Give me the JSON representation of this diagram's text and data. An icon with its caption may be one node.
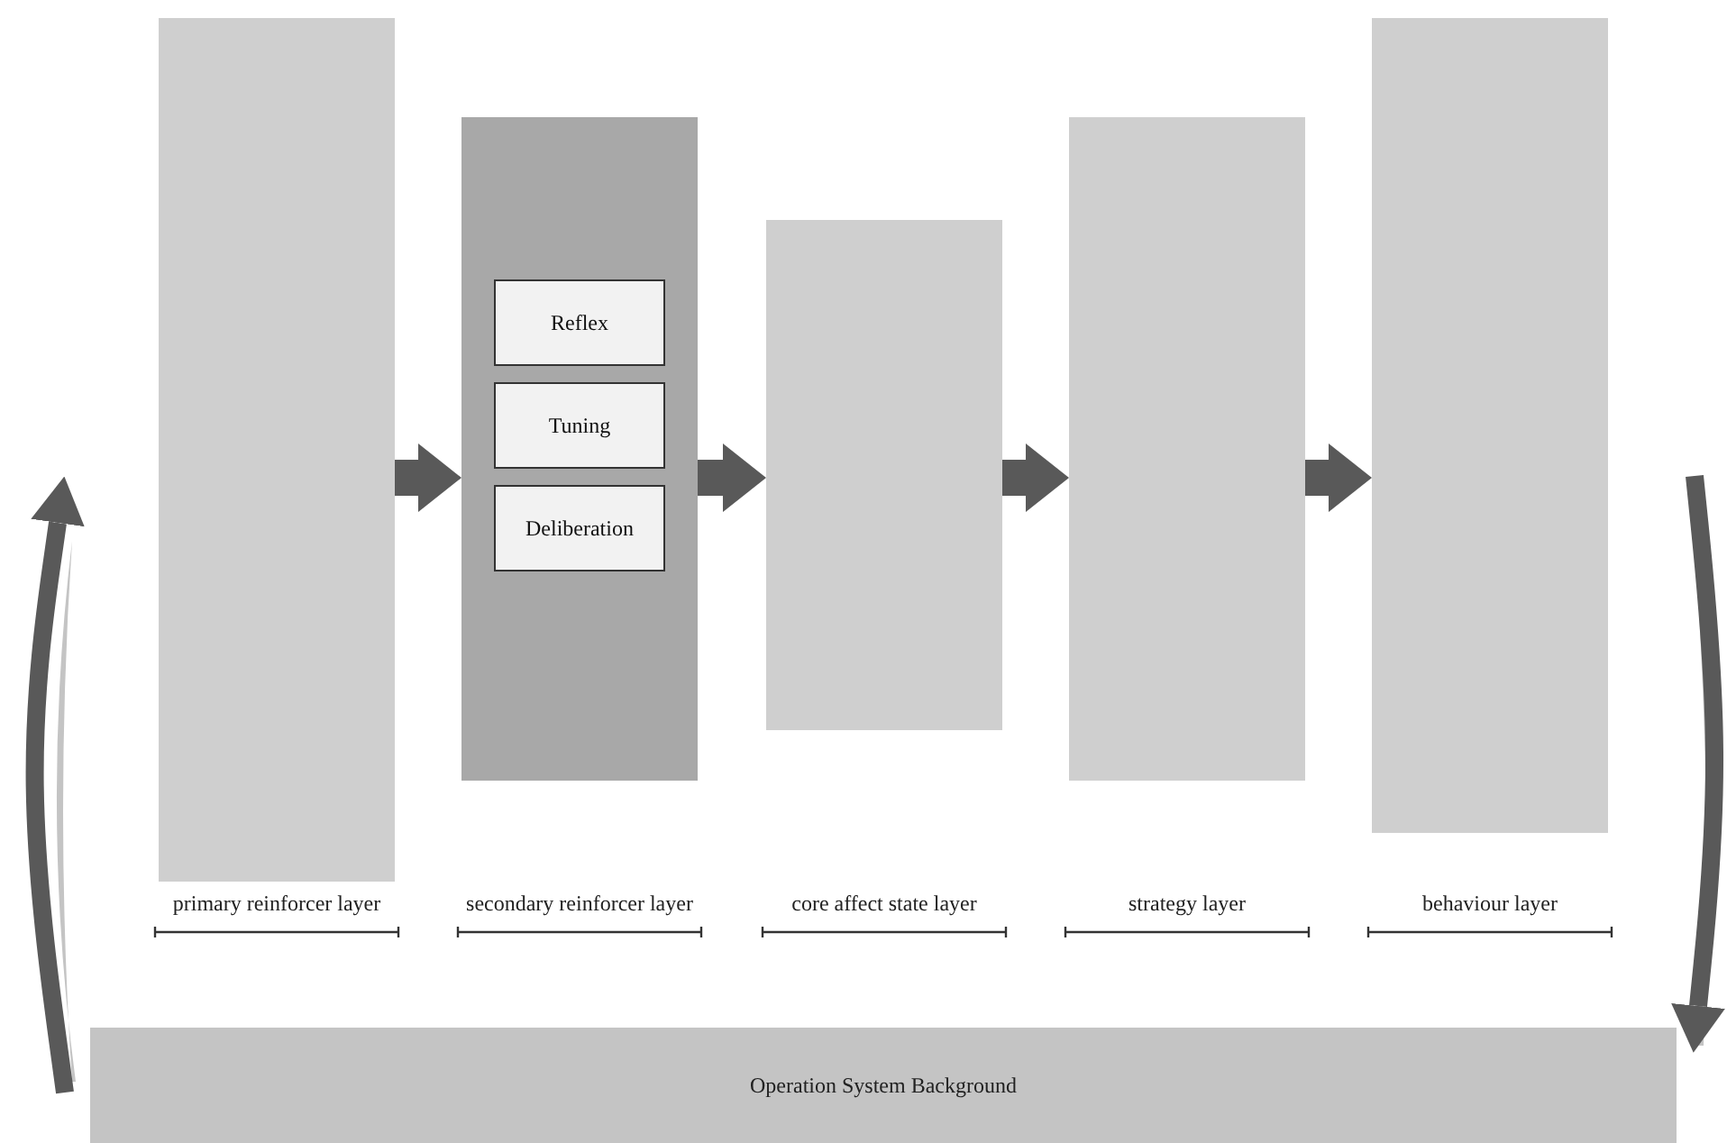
{
  "diagram": {
    "nodes": [
      {
        "text": [],
        "shape": "box"
      },
      {
        "text": [],
        "shape": "box"
      },
      {
        "text": [
          "Reflex"
        ],
        "in": 1
      },
      {
        "text": [
          "Tuning"
        ],
        "in": 1
      },
      {
        "text": [
          "Deliberation"
        ],
        "in": 1
      },
      {
        "text": [],
        "shape": "box"
      },
      {
        "text": [],
        "shape": "box"
      },
      {
        "text": [],
        "shape": "box"
      },
      {
        "text": [
          "Operation System Background"
        ]
      }
    ],
    "edges": [
      {
        "from": 0,
        "to": 1,
        "arrow": "to"
      },
      {
        "from": 1,
        "to": 5,
        "arrow": "to"
      },
      {
        "from": 5,
        "to": 6,
        "arrow": "to"
      },
      {
        "from": 6,
        "to": 7,
        "arrow": "to"
      },
      {
        "from": 8,
        "to": null,
        "arrow": "to"
      },
      {
        "from": null,
        "to": 8,
        "arrow": "to"
      }
    ],
    "labels": [
      "primary reinforcer layer",
      "secondary reinforcer layer",
      "core affect state layer",
      "strategy layer",
      "behaviour layer"
    ]
  }
}
